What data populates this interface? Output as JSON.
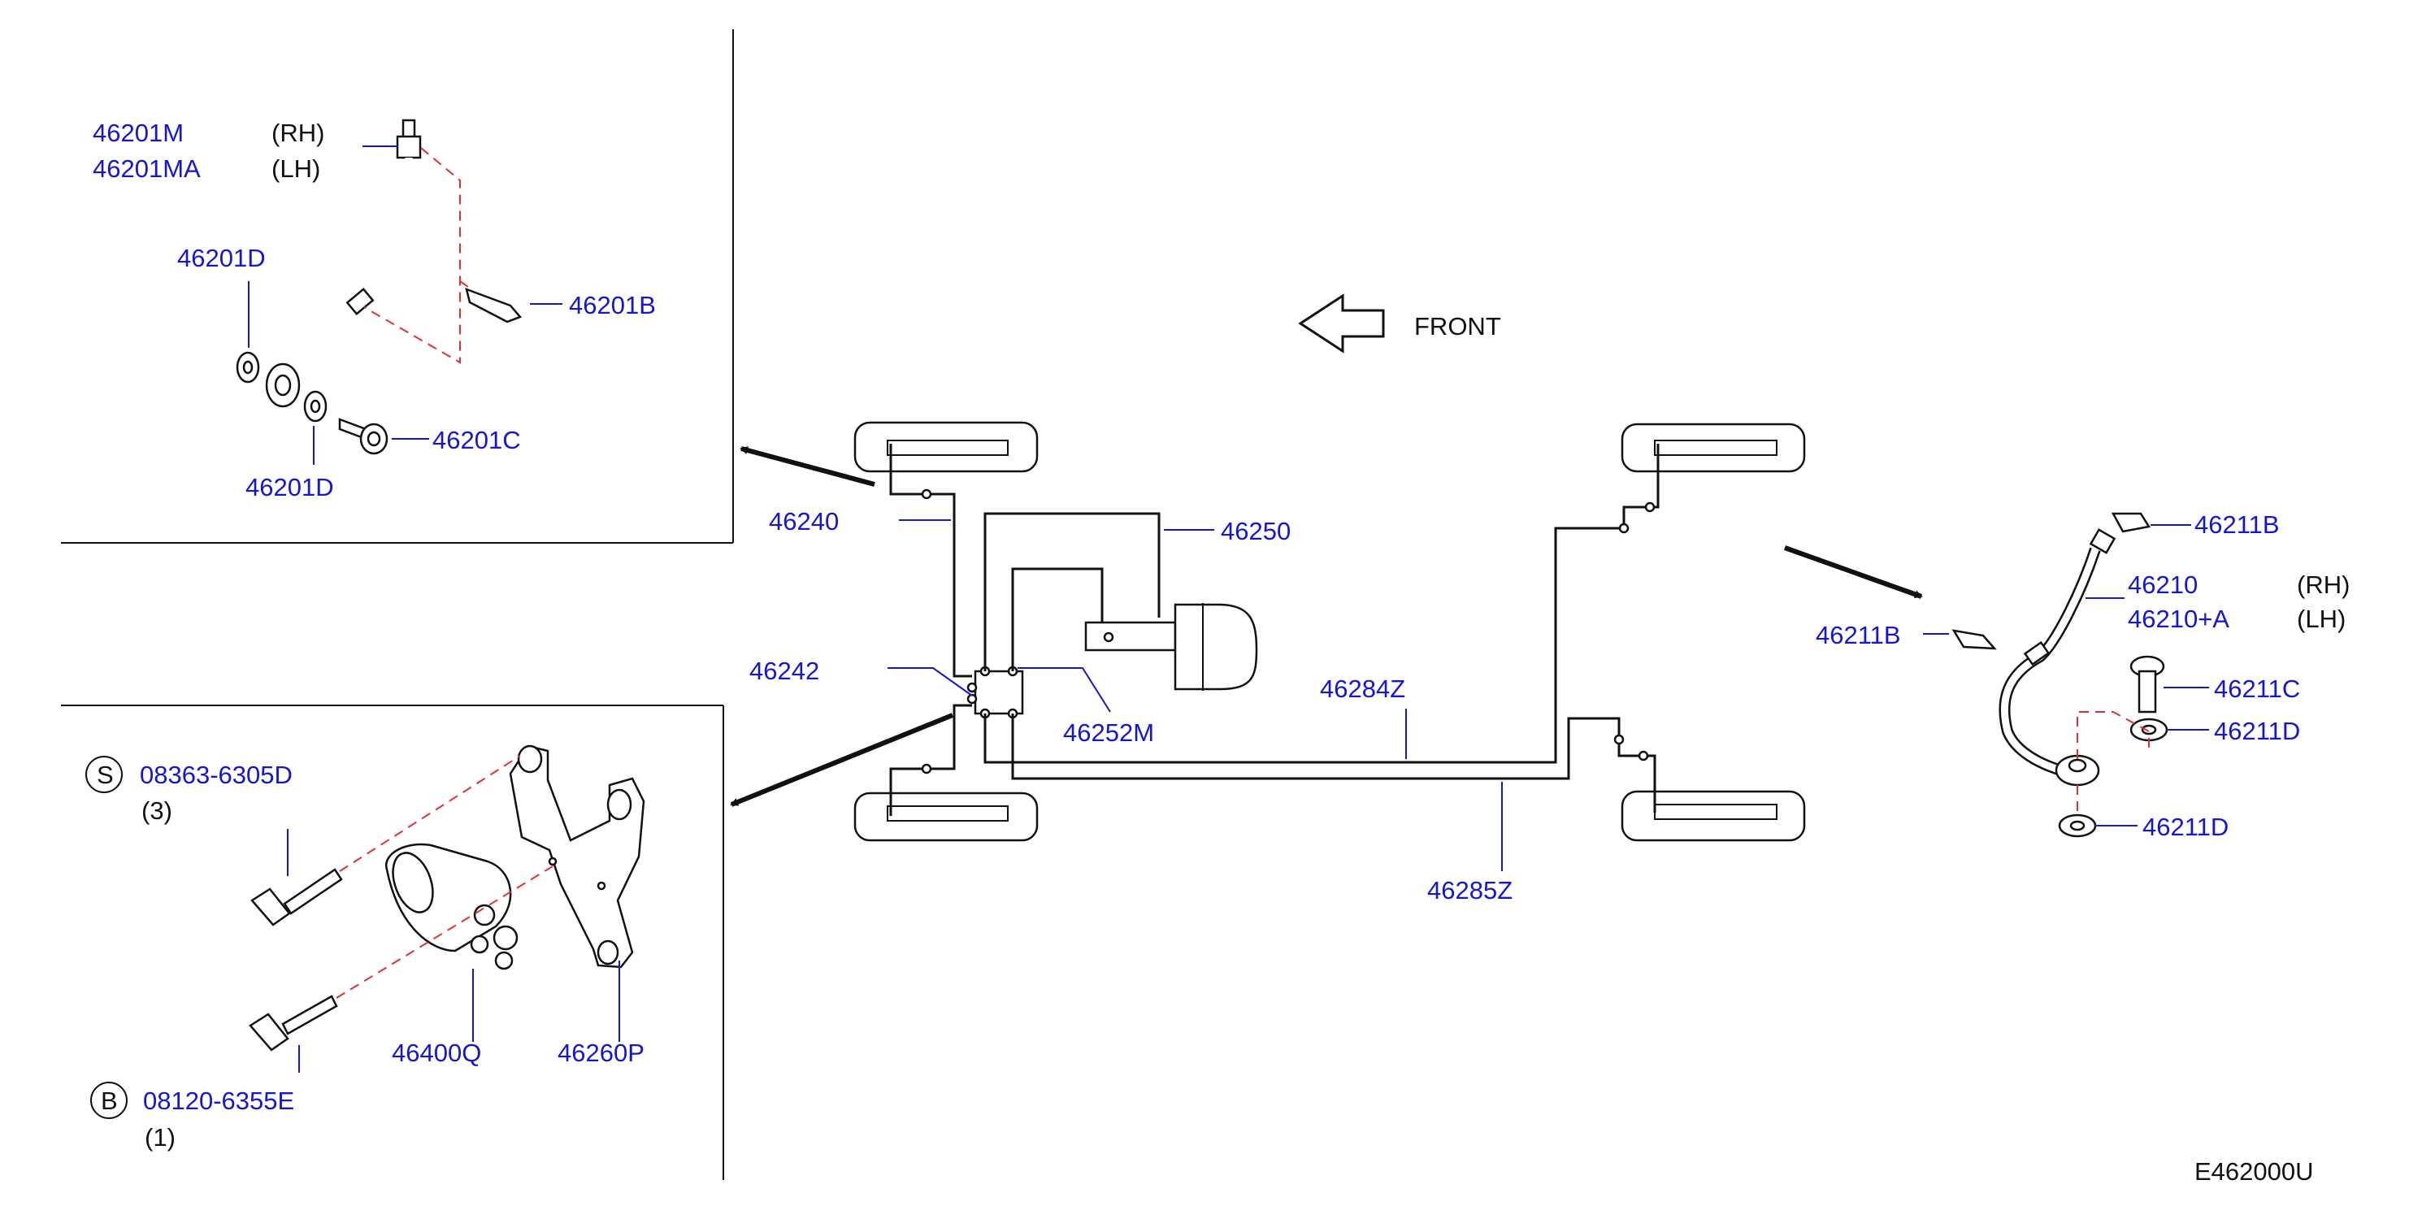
{
  "diagram_code": "E462000U",
  "front_label": "FRONT",
  "colors": {
    "part_number": "#1515d6",
    "text": "#111111",
    "dashed_guide": "#e23030",
    "background": "#ffffff"
  },
  "front_brake_hose": {
    "hose_rh": "46201M",
    "rh": "(RH)",
    "hose_lh": "46201MA",
    "lh": "(LH)",
    "washer_upper": "46201D",
    "washer_lower": "46201D",
    "clip": "46201B",
    "bolt": "46201C"
  },
  "pressure_valve": {
    "bolt_s_symbol": "S",
    "bolt_s_part": "08363-6305D",
    "bolt_s_qty": "(3)",
    "bolt_b_symbol": "B",
    "bolt_b_part": "08120-6355E",
    "bolt_b_qty": "(1)",
    "valve": "46400Q",
    "bracket": "46260P"
  },
  "layout_labels": {
    "tube_front": "46240",
    "tube_master": "46250",
    "connector": "46242",
    "tube_connector": "46252M",
    "tube_rear_upper": "46284Z",
    "tube_rear_lower": "46285Z"
  },
  "rear_brake_hose": {
    "clip_upper": "46211B",
    "hose_rh": "46210",
    "rh": "(RH)",
    "hose_lh": "46210+A",
    "lh": "(LH)",
    "clip_left": "46211B",
    "bolt": "46211C",
    "washer_upper": "46211D",
    "washer_lower": "46211D"
  }
}
